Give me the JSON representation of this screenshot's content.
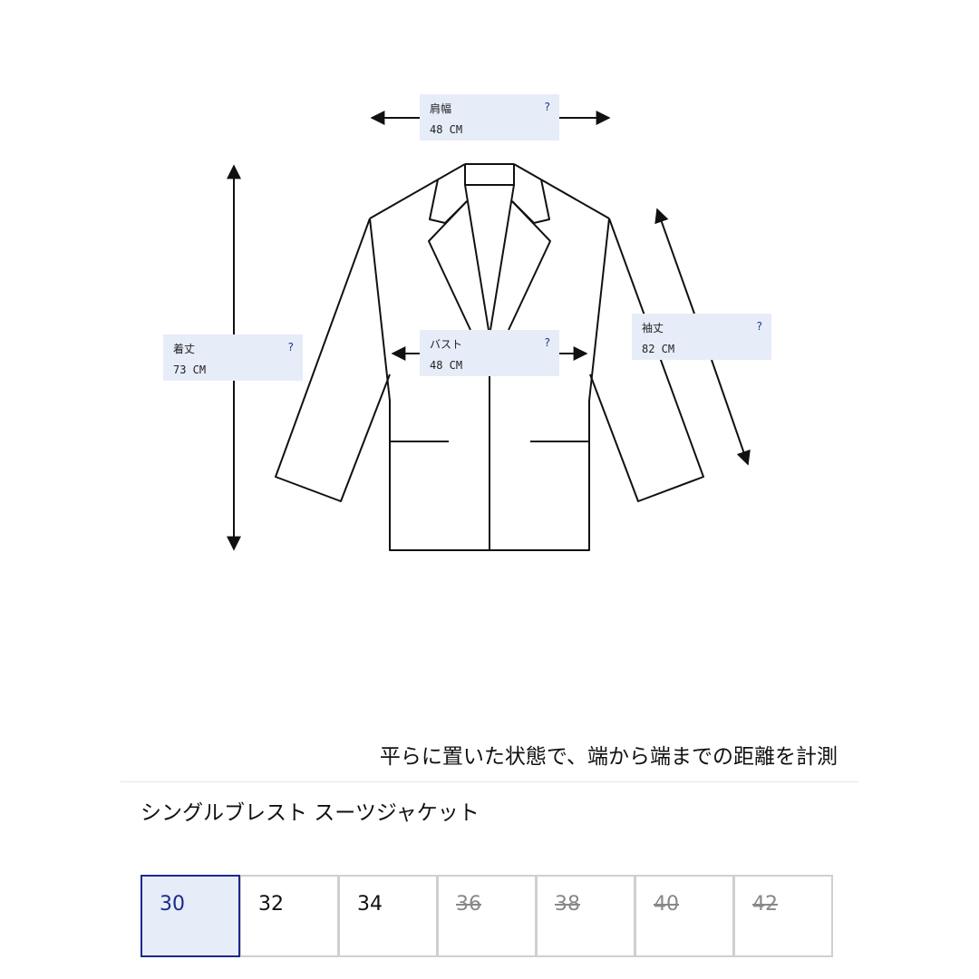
{
  "measurements": {
    "shoulder": {
      "label": "肩幅",
      "value": "48 CM",
      "help": "?"
    },
    "length": {
      "label": "着丈",
      "value": "73 CM",
      "help": "?"
    },
    "bust": {
      "label": "バスト",
      "value": "48 CM",
      "help": "?"
    },
    "sleeve": {
      "label": "袖丈",
      "value": "82 CM",
      "help": "?"
    }
  },
  "note": "平らに置いた状態で、端から端までの距離を計測",
  "product_name": "シングルブレスト スーツジャケット",
  "sizes": [
    {
      "label": "30",
      "state": "selected"
    },
    {
      "label": "32",
      "state": "available"
    },
    {
      "label": "34",
      "state": "available"
    },
    {
      "label": "36",
      "state": "unavailable"
    },
    {
      "label": "38",
      "state": "unavailable"
    },
    {
      "label": "40",
      "state": "unavailable"
    },
    {
      "label": "42",
      "state": "unavailable"
    }
  ],
  "colors": {
    "accent": "#1a2a8a",
    "measure_bg": "#e6ecf8",
    "border": "#cfcfcf"
  }
}
